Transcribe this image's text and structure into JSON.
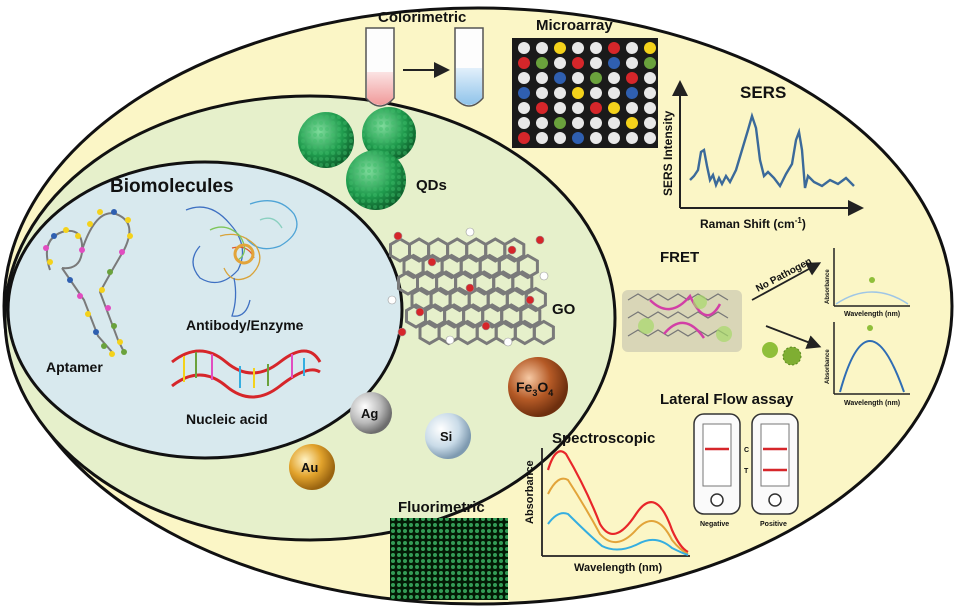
{
  "labels": {
    "colorimetric": "Colorimetric",
    "microarray": "Microarray",
    "sers": "SERS",
    "sers_ylabel": "SERS Intensity",
    "sers_xlabel": "Raman Shift (cm",
    "sers_xlabel_sup": "-1",
    "sers_xlabel_end": ")",
    "biomolecules": "Biomolecules",
    "aptamer": "Aptamer",
    "antibody": "Antibody/Enzyme",
    "nucleic": "Nucleic acid",
    "qds": "QDs",
    "go": "GO",
    "fret": "FRET",
    "no_pathogen": "No Pathogen",
    "absorbance": "Absorbance",
    "wavelength_nm": "Wavelength (nm)",
    "lateral_flow": "Lateral Flow assay",
    "negative": "Negative",
    "positive": "Positive",
    "line_c": "C",
    "line_t": "T",
    "spectroscopic": "Spectroscopic",
    "spec_ylabel": "Absorbance",
    "spec_xlabel": "Wavelength (nm)",
    "fluorimetric": "Fluorimetric",
    "fe": "Fe",
    "fe_sub3": "3",
    "fe_o": "O",
    "fe_sub4": "4",
    "ag": "Ag",
    "si": "Si",
    "au": "Au"
  },
  "colors": {
    "outer_fill": "#fbf6c6",
    "middle_fill": "#e6f0cb",
    "inner_fill": "#d8e9ee",
    "qd_green": "#1f9b4d",
    "spectrum_red": "#e8262a",
    "spectrum_orange": "#e2a43a",
    "spectrum_blue": "#35aee0",
    "sers_line": "#3b6a9a"
  },
  "microarray_colors": [
    [
      "#e8e8e8",
      "#e8e8e8",
      "#f4d21b",
      "#e8e8e8",
      "#e8e8e8",
      "#d6262a",
      "#e8e8e8",
      "#f4d21b"
    ],
    [
      "#d6262a",
      "#6aa23c",
      "#e8e8e8",
      "#d6262a",
      "#e8e8e8",
      "#2f5fb0",
      "#e8e8e8",
      "#6aa23c"
    ],
    [
      "#e8e8e8",
      "#e8e8e8",
      "#2f5fb0",
      "#e8e8e8",
      "#6aa23c",
      "#e8e8e8",
      "#d6262a",
      "#e8e8e8"
    ],
    [
      "#2f5fb0",
      "#e8e8e8",
      "#e8e8e8",
      "#f4d21b",
      "#e8e8e8",
      "#e8e8e8",
      "#2f5fb0",
      "#e8e8e8"
    ],
    [
      "#e8e8e8",
      "#d6262a",
      "#e8e8e8",
      "#e8e8e8",
      "#d6262a",
      "#f4d21b",
      "#e8e8e8",
      "#e8e8e8"
    ],
    [
      "#e8e8e8",
      "#e8e8e8",
      "#6aa23c",
      "#e8e8e8",
      "#e8e8e8",
      "#e8e8e8",
      "#f4d21b",
      "#e8e8e8"
    ],
    [
      "#d6262a",
      "#e8e8e8",
      "#e8e8e8",
      "#2f5fb0",
      "#e8e8e8",
      "#e8e8e8",
      "#e8e8e8",
      "#e8e8e8"
    ]
  ]
}
